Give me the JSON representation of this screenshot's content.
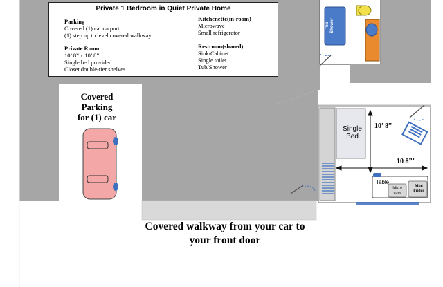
{
  "title": "Private 1 Bedroom in Quiet Private Home",
  "info": {
    "parking": {
      "heading": "Parking",
      "lines": [
        "Covered (1) car carport",
        "(1) step up to level covered walkway"
      ]
    },
    "private_room": {
      "heading": "Private Room",
      "lines": [
        "10’ 8” x 10’ 8”",
        "Single bed provided",
        "Closet double-tier shelves"
      ]
    },
    "kitchenette": {
      "heading": "Kitchenette(in-room)",
      "lines": [
        "Microwave",
        "Small refrigerator"
      ]
    },
    "restroom": {
      "heading": "Restroom(shared)",
      "lines": [
        "Sink/Cabinet",
        "Single toilet",
        "Tub/Shower"
      ]
    }
  },
  "parking_label": [
    "Covered",
    "Parking",
    "for (1) car"
  ],
  "walkway_label": [
    "Covered walkway from your car to",
    "your front door"
  ],
  "room": {
    "bed_label": [
      "Single",
      "Bed"
    ],
    "dim_vertical": "10’ 8”",
    "dim_horizontal": "10 8”’",
    "table_label": "Table",
    "microwave_label": [
      "Micro",
      "wave"
    ],
    "fridge_label": [
      "Mini",
      "Fridge"
    ]
  },
  "bathroom": {
    "tub_label": [
      "Tub",
      "Shower"
    ]
  },
  "colors": {
    "wall_gray": "#a6a6a6",
    "car_fill": "#f4a7a7",
    "tub_fill": "#4a7bc8",
    "cabinet_fill": "#e88a2d",
    "toilet_fill": "#f2e04a",
    "bed_fill": "#e6e8ee",
    "accent_blue": "#3f6fbf"
  }
}
